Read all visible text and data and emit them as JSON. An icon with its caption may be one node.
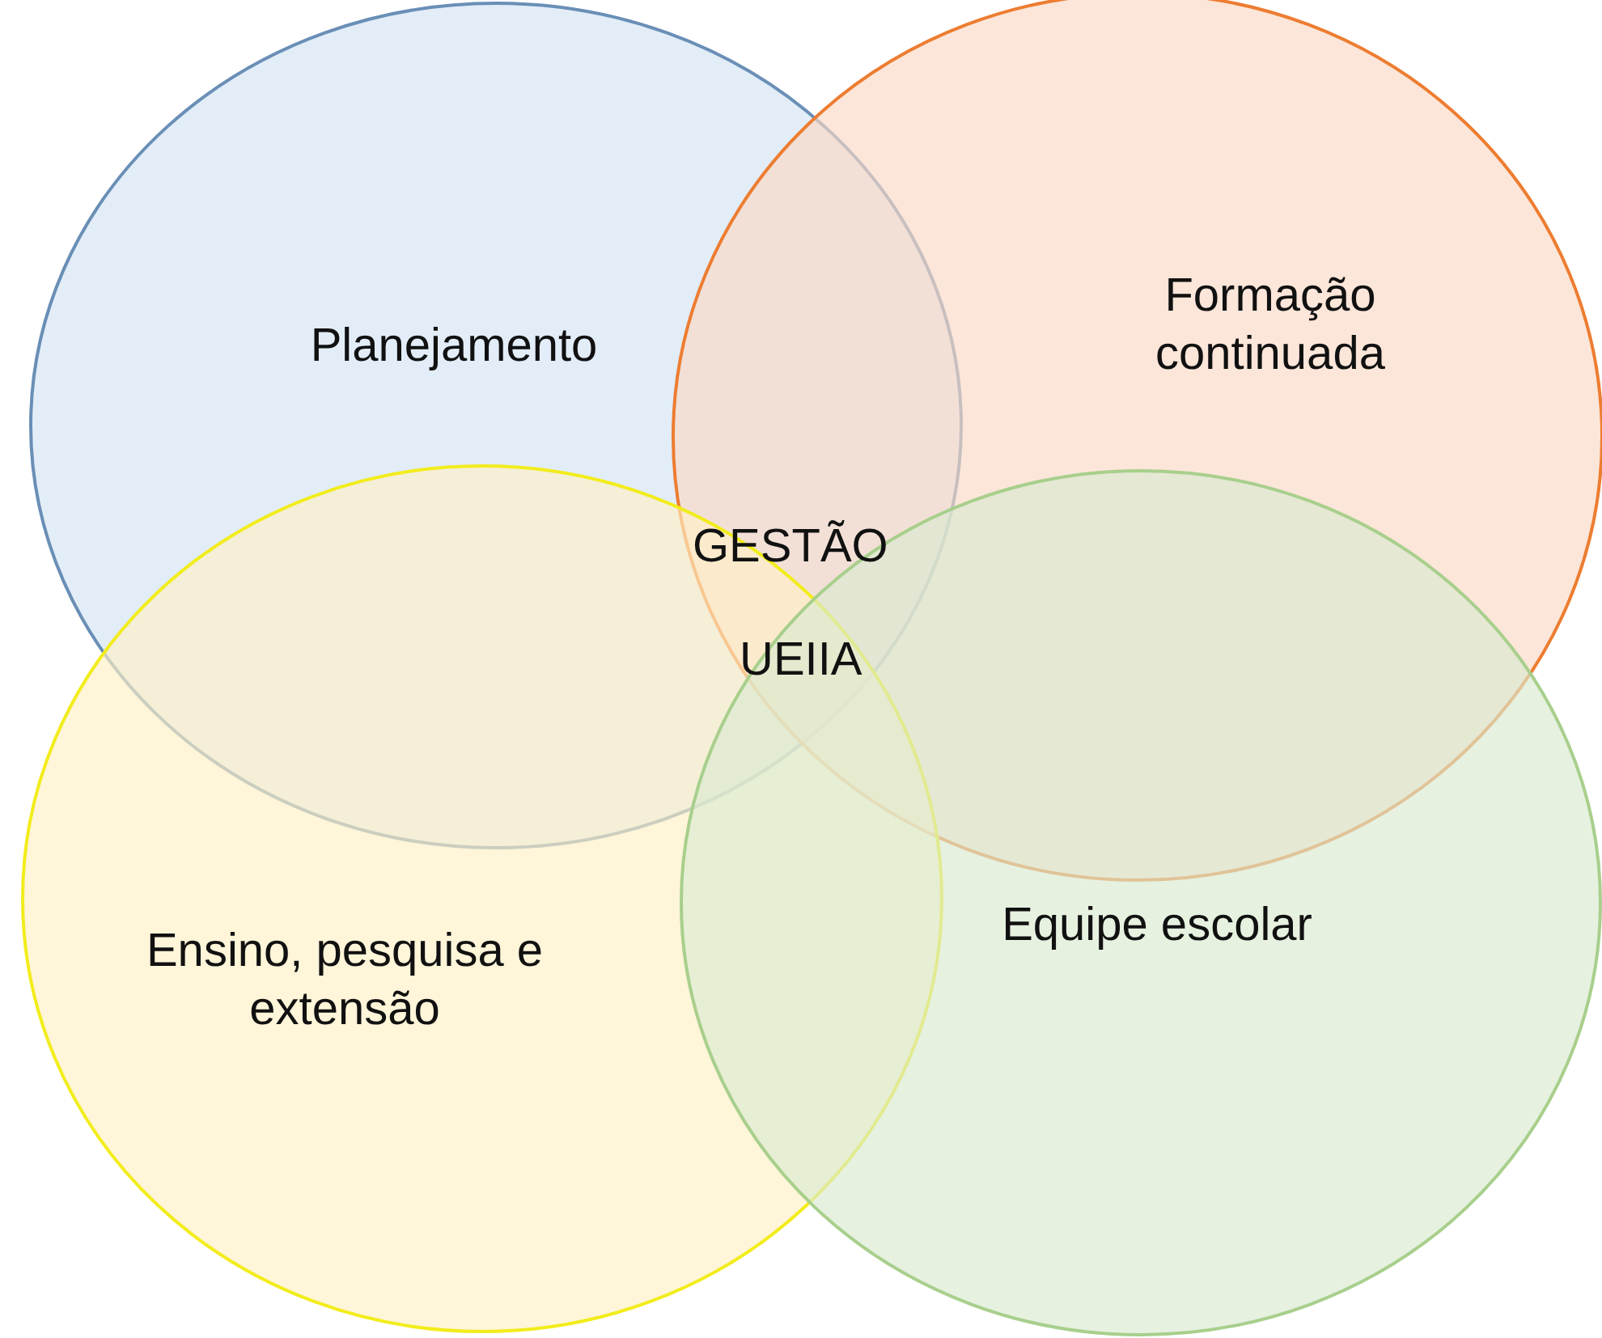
{
  "diagram": {
    "nodes": [
      {
        "text": [
          "Planejamento"
        ]
      },
      {
        "text": [
          "Formação continuada"
        ]
      },
      {
        "text": [
          "Ensino, pesquisa e extensão"
        ]
      },
      {
        "text": [
          "Equipe escolar"
        ]
      }
    ],
    "labels": [
      "GESTÃO",
      "UEIIA"
    ]
  }
}
